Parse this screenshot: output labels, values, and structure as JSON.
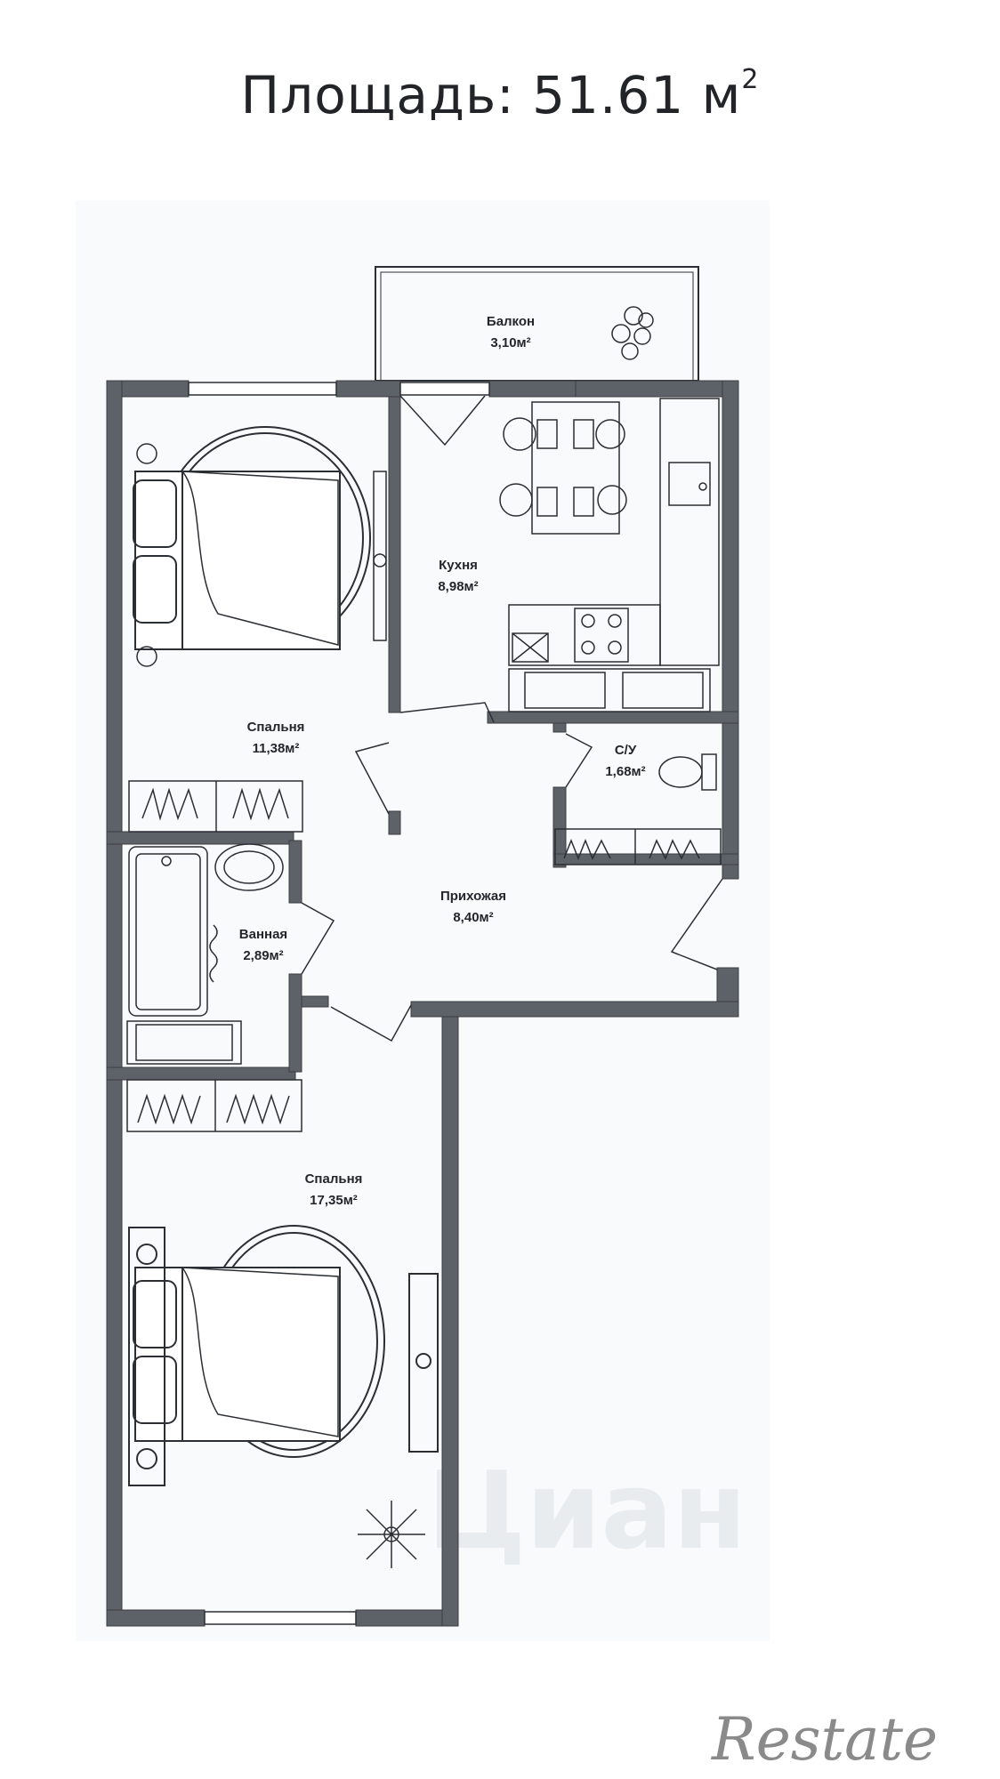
{
  "title": {
    "label": "Площадь: 51.61 м",
    "unit_sup": "2"
  },
  "rooms": {
    "balcony": {
      "name": "Балкон",
      "area": "3,10м²"
    },
    "kitchen": {
      "name": "Кухня",
      "area": "8,98м²"
    },
    "bedroom_small": {
      "name": "Спальня",
      "area": "11,38м²"
    },
    "wc": {
      "name": "С/У",
      "area": "1,68м²"
    },
    "hallway": {
      "name": "Прихожая",
      "area": "8,40м²"
    },
    "bathroom": {
      "name": "Ванная",
      "area": "2,89м²"
    },
    "bedroom_large": {
      "name": "Спальня",
      "area": "17,35м²"
    }
  },
  "watermark": "Циан",
  "brand_mark": "Restate",
  "colors": {
    "wall": "#5d6168",
    "line": "#2b2e33",
    "text": "#222428"
  }
}
